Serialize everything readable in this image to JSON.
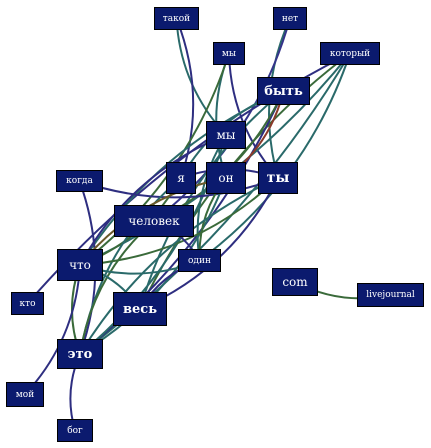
{
  "diagram": {
    "nodes": [
      {
        "id": "takoy",
        "label": "такой"
      },
      {
        "id": "net",
        "label": "нет"
      },
      {
        "id": "my_small",
        "label": "мы"
      },
      {
        "id": "kotoryy",
        "label": "который"
      },
      {
        "id": "byt",
        "label": "быть"
      },
      {
        "id": "my",
        "label": "мы"
      },
      {
        "id": "kogda",
        "label": "когда"
      },
      {
        "id": "ya",
        "label": "я"
      },
      {
        "id": "on",
        "label": "он"
      },
      {
        "id": "ty",
        "label": "ты"
      },
      {
        "id": "chelovek",
        "label": "человек"
      },
      {
        "id": "odin",
        "label": "один"
      },
      {
        "id": "chto",
        "label": "что"
      },
      {
        "id": "kto",
        "label": "кто"
      },
      {
        "id": "ves",
        "label": "весь"
      },
      {
        "id": "com",
        "label": "com"
      },
      {
        "id": "livejournal",
        "label": "livejournal"
      },
      {
        "id": "eto",
        "label": "это"
      },
      {
        "id": "moy",
        "label": "мой"
      },
      {
        "id": "bog",
        "label": "бог"
      }
    ],
    "edges": [
      {
        "from": "takoy",
        "to": "my",
        "color": "#2a6a6a"
      },
      {
        "from": "takoy",
        "to": "ya",
        "color": "#2e2e80"
      },
      {
        "from": "net",
        "to": "ty",
        "color": "#2a6a6a"
      },
      {
        "from": "net",
        "to": "chelovek",
        "color": "#34348a"
      },
      {
        "from": "my_small",
        "to": "on",
        "color": "#2a6a6a"
      },
      {
        "from": "my_small",
        "to": "chto",
        "color": "#3a6a3a"
      },
      {
        "from": "my_small",
        "to": "ty",
        "color": "#2e2e80"
      },
      {
        "from": "kotoryy",
        "to": "chto",
        "color": "#2a6a6a"
      },
      {
        "from": "kotoryy",
        "to": "kto",
        "color": "#2e2e80"
      },
      {
        "from": "kotoryy",
        "to": "eto",
        "color": "#2a6a6a"
      },
      {
        "from": "kotoryy",
        "to": "ves",
        "color": "#3a6a3a"
      },
      {
        "from": "kotoryy",
        "to": "odin",
        "color": "#2a6a6a"
      },
      {
        "from": "byt",
        "to": "chto",
        "color": "#2a6a6a"
      },
      {
        "from": "byt",
        "to": "eto",
        "color": "#2e2e80"
      },
      {
        "from": "byt",
        "to": "ves",
        "color": "#2a6a6a"
      },
      {
        "from": "byt",
        "to": "on",
        "color": "#8a3a2a"
      },
      {
        "from": "byt",
        "to": "ya",
        "color": "#2a6a6a"
      },
      {
        "from": "byt",
        "to": "chelovek",
        "color": "#3a6a3a"
      },
      {
        "from": "my",
        "to": "chto",
        "color": "#2e2e80"
      },
      {
        "from": "my",
        "to": "eto",
        "color": "#2a6a6a"
      },
      {
        "from": "my",
        "to": "odin",
        "color": "#2a6a6a"
      },
      {
        "from": "kogda",
        "to": "eto",
        "color": "#2e2e80"
      },
      {
        "from": "kogda",
        "to": "ty",
        "color": "#2e2e80"
      },
      {
        "from": "ya",
        "to": "chto",
        "color": "#3a6a3a"
      },
      {
        "from": "ya",
        "to": "eto",
        "color": "#2a6a6a"
      },
      {
        "from": "ya",
        "to": "ty",
        "color": "#2e2e80"
      },
      {
        "from": "on",
        "to": "chto",
        "color": "#6a5a2a"
      },
      {
        "from": "on",
        "to": "eto",
        "color": "#2a6a6a"
      },
      {
        "from": "on",
        "to": "odin",
        "color": "#3a6a3a"
      },
      {
        "from": "ty",
        "to": "chto",
        "color": "#3a6a3a"
      },
      {
        "from": "ty",
        "to": "eto",
        "color": "#2a6a6a"
      },
      {
        "from": "ty",
        "to": "ves",
        "color": "#2e2e80"
      },
      {
        "from": "chelovek",
        "to": "eto",
        "color": "#3a6a3a"
      },
      {
        "from": "chelovek",
        "to": "odin",
        "color": "#2e2e80"
      },
      {
        "from": "chto",
        "to": "eto",
        "color": "#3a6a3a"
      },
      {
        "from": "chto",
        "to": "ves",
        "color": "#2a6a6a"
      },
      {
        "from": "chto",
        "to": "odin",
        "color": "#2a6a6a"
      },
      {
        "from": "chto",
        "to": "moy",
        "color": "#2e2e80"
      },
      {
        "from": "eto",
        "to": "bog",
        "color": "#2e2e80"
      },
      {
        "from": "ves",
        "to": "odin",
        "color": "#2e2e80"
      },
      {
        "from": "com",
        "to": "livejournal",
        "color": "#3a6a3a"
      }
    ]
  }
}
